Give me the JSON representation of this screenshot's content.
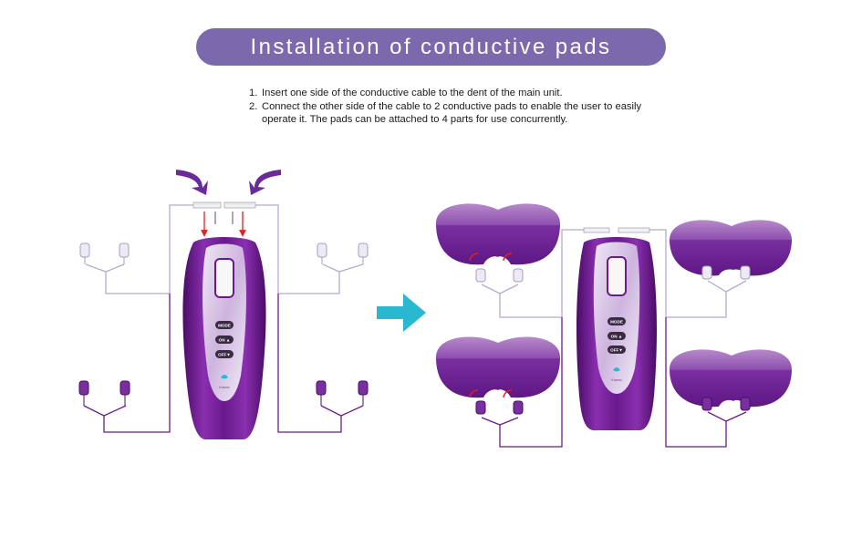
{
  "title": "Installation of conductive pads",
  "steps": [
    {
      "num": "1.",
      "text": "Insert one side of the conductive cable to the dent of the main unit."
    },
    {
      "num": "2.",
      "text": "Connect the other side of the cable to 2 conductive pads to enable the user to easily operate it. The pads can be attached to 4 parts for use concurrently."
    }
  ],
  "device": {
    "buttons": [
      "MODE",
      "ON ▲",
      "OFF▼"
    ],
    "brand": "Kosmo"
  },
  "colors": {
    "title_pill": "#7b68ad",
    "device_purple": "#6a1a8c",
    "pad_purple": "#6d1f8f",
    "arrow_cyan": "#29b8d0",
    "wire": "#7d6aa8",
    "insert_arrow": "#e02020"
  },
  "icons": {
    "transition": "right-arrow-icon",
    "insert": "curved-arrow-icon"
  }
}
